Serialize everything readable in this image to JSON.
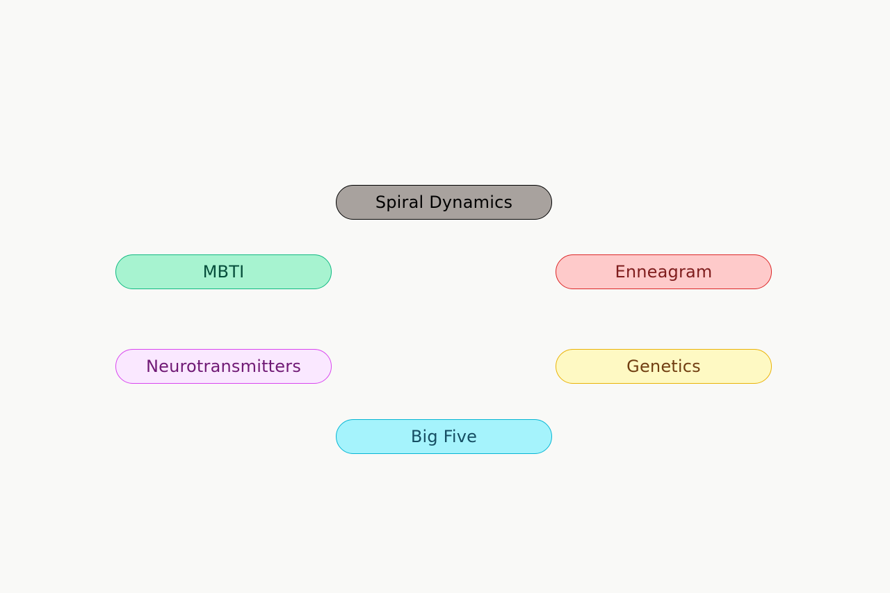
{
  "nodes": {
    "spiral": {
      "label": "Spiral Dynamics",
      "fill": "#a8a29e",
      "stroke": "#000000",
      "text": "#000000"
    },
    "mbti": {
      "label": "MBTI",
      "fill": "#a7f3d0",
      "stroke": "#10b981",
      "text": "#064e3b"
    },
    "enneagram": {
      "label": "Enneagram",
      "fill": "#fecaca",
      "stroke": "#dc2626",
      "text": "#7f1d1d"
    },
    "neurotransmitters": {
      "label": "Neurotransmitters",
      "fill": "#fae8ff",
      "stroke": "#d946ef",
      "text": "#701a75"
    },
    "genetics": {
      "label": "Genetics",
      "fill": "#fef9c3",
      "stroke": "#eab308",
      "text": "#713f12"
    },
    "bigfive": {
      "label": "Big Five",
      "fill": "#a5f3fc",
      "stroke": "#06b6d4",
      "text": "#164e63"
    }
  }
}
